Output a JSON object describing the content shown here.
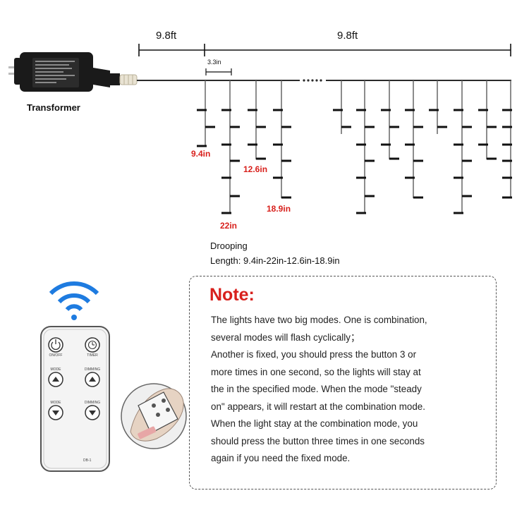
{
  "dimensions": {
    "lead_length": "9.8ft",
    "light_length": "9.8ft",
    "strand_spacing": "3.3in"
  },
  "transformer_label": "Transformer",
  "strand_lengths": {
    "a": "9.4in",
    "b": "12.6in",
    "c": "18.9in",
    "d": "22in"
  },
  "drooping": {
    "line1": "Drooping",
    "line2": "Length: 9.4in-22in-12.6in-18.9in"
  },
  "note": {
    "title": "Note:",
    "lines": [
      "The lights have two big modes. One is combination,",
      "several modes will  flash cyclically；",
      "Another is fixed, you should press the button 3 or",
      "more  times in one second, so the lights will stay at",
      "the in the specified mode. When the mode \"steady",
      "on\" appears, it will restart at the combination mode.",
      "When the light stay at the combination mode, you",
      "should press the button three times in one seconds",
      "again if you need the fixed mode."
    ]
  },
  "remote": {
    "buttons": {
      "onoff": "ON/OFF",
      "timer": "TIMER",
      "mode_up": "MODE",
      "dimming_up": "DIMMING",
      "mode_down": "MODE",
      "dimming_down": "DIMMING"
    },
    "model": "DB-1"
  },
  "colors": {
    "accent_red": "#d8201c",
    "wifi_blue": "#1e7be0",
    "wire": "#2a2a2a"
  },
  "icons": [
    "wifi-signal-icon",
    "power-icon",
    "clock-icon",
    "arrow-up-icon",
    "arrow-down-icon"
  ]
}
